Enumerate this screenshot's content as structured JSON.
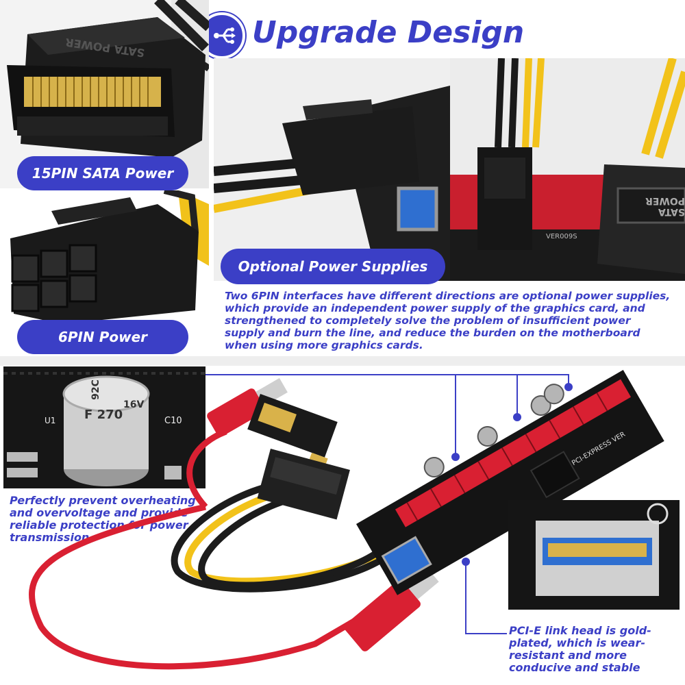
{
  "header": {
    "title": "Upgrade Design",
    "icon": "usb-circuit-icon"
  },
  "top_left": {
    "sata_label": "15PIN SATA Power",
    "sata_connector_text": "SATA POWER",
    "sixpin_label": "6PIN Power"
  },
  "top_right": {
    "optional_label": "Optional Power Supplies",
    "description": "Two 6PIN interfaces have different directions are optional power supplies, which provide an independent power supply of the graphics card, and strengthened to completely solve the problem of insufficient power supply and burn the line, and reduce the burden on the motherboard when using more graphics cards.",
    "board_text": "VER009S",
    "sata_side_text": "SATA POWER"
  },
  "bottom_left": {
    "capacitor_text_1": "92C",
    "capacitor_text_2": "F 270",
    "capacitor_text_3": "16V",
    "pcb_text_1": "U1",
    "pcb_text_2": "C10",
    "protection_text": "Perfectly prevent overheating and overvoltage and provide reliable protection for power transmission."
  },
  "bottom_right": {
    "board_text": "PCI-EXPRESS VER",
    "gold_text": "PCI-E link head is gold-plated, which is wear-resistant and more conducive and stable"
  },
  "colors": {
    "accent": "#3b3fc6",
    "riser_red": "#d92032",
    "pcb_black": "#1a1a1a",
    "usb_blue": "#2f6fd0",
    "gold": "#d9b24a",
    "wire_yellow": "#f2c21a"
  }
}
